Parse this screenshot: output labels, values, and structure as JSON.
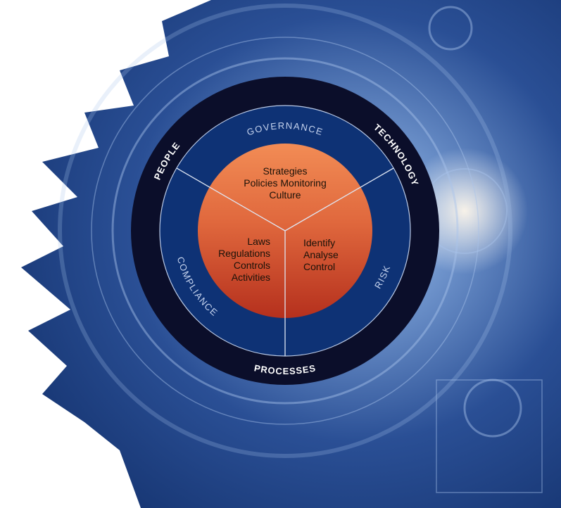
{
  "outer_ring": {
    "people": "PEOPLE",
    "technology": "TECHNOLOGY",
    "processes": "PROCESSES"
  },
  "middle_ring": {
    "governance": "GOVERNANCE",
    "compliance": "COMPLIANCE",
    "risk": "RISK"
  },
  "core": {
    "governance_items": [
      "Strategies",
      "Policies Monitoring",
      "Culture"
    ],
    "compliance_items": [
      "Laws",
      "Regulations",
      "Controls",
      "Activities"
    ],
    "risk_items": [
      "Identify",
      "Analyse",
      "Control"
    ]
  },
  "colors": {
    "outer_ring": "#0b0e2a",
    "middle_ring": "#0e3275",
    "core_top": "#f28c55",
    "core_bottom": "#b5301d"
  }
}
